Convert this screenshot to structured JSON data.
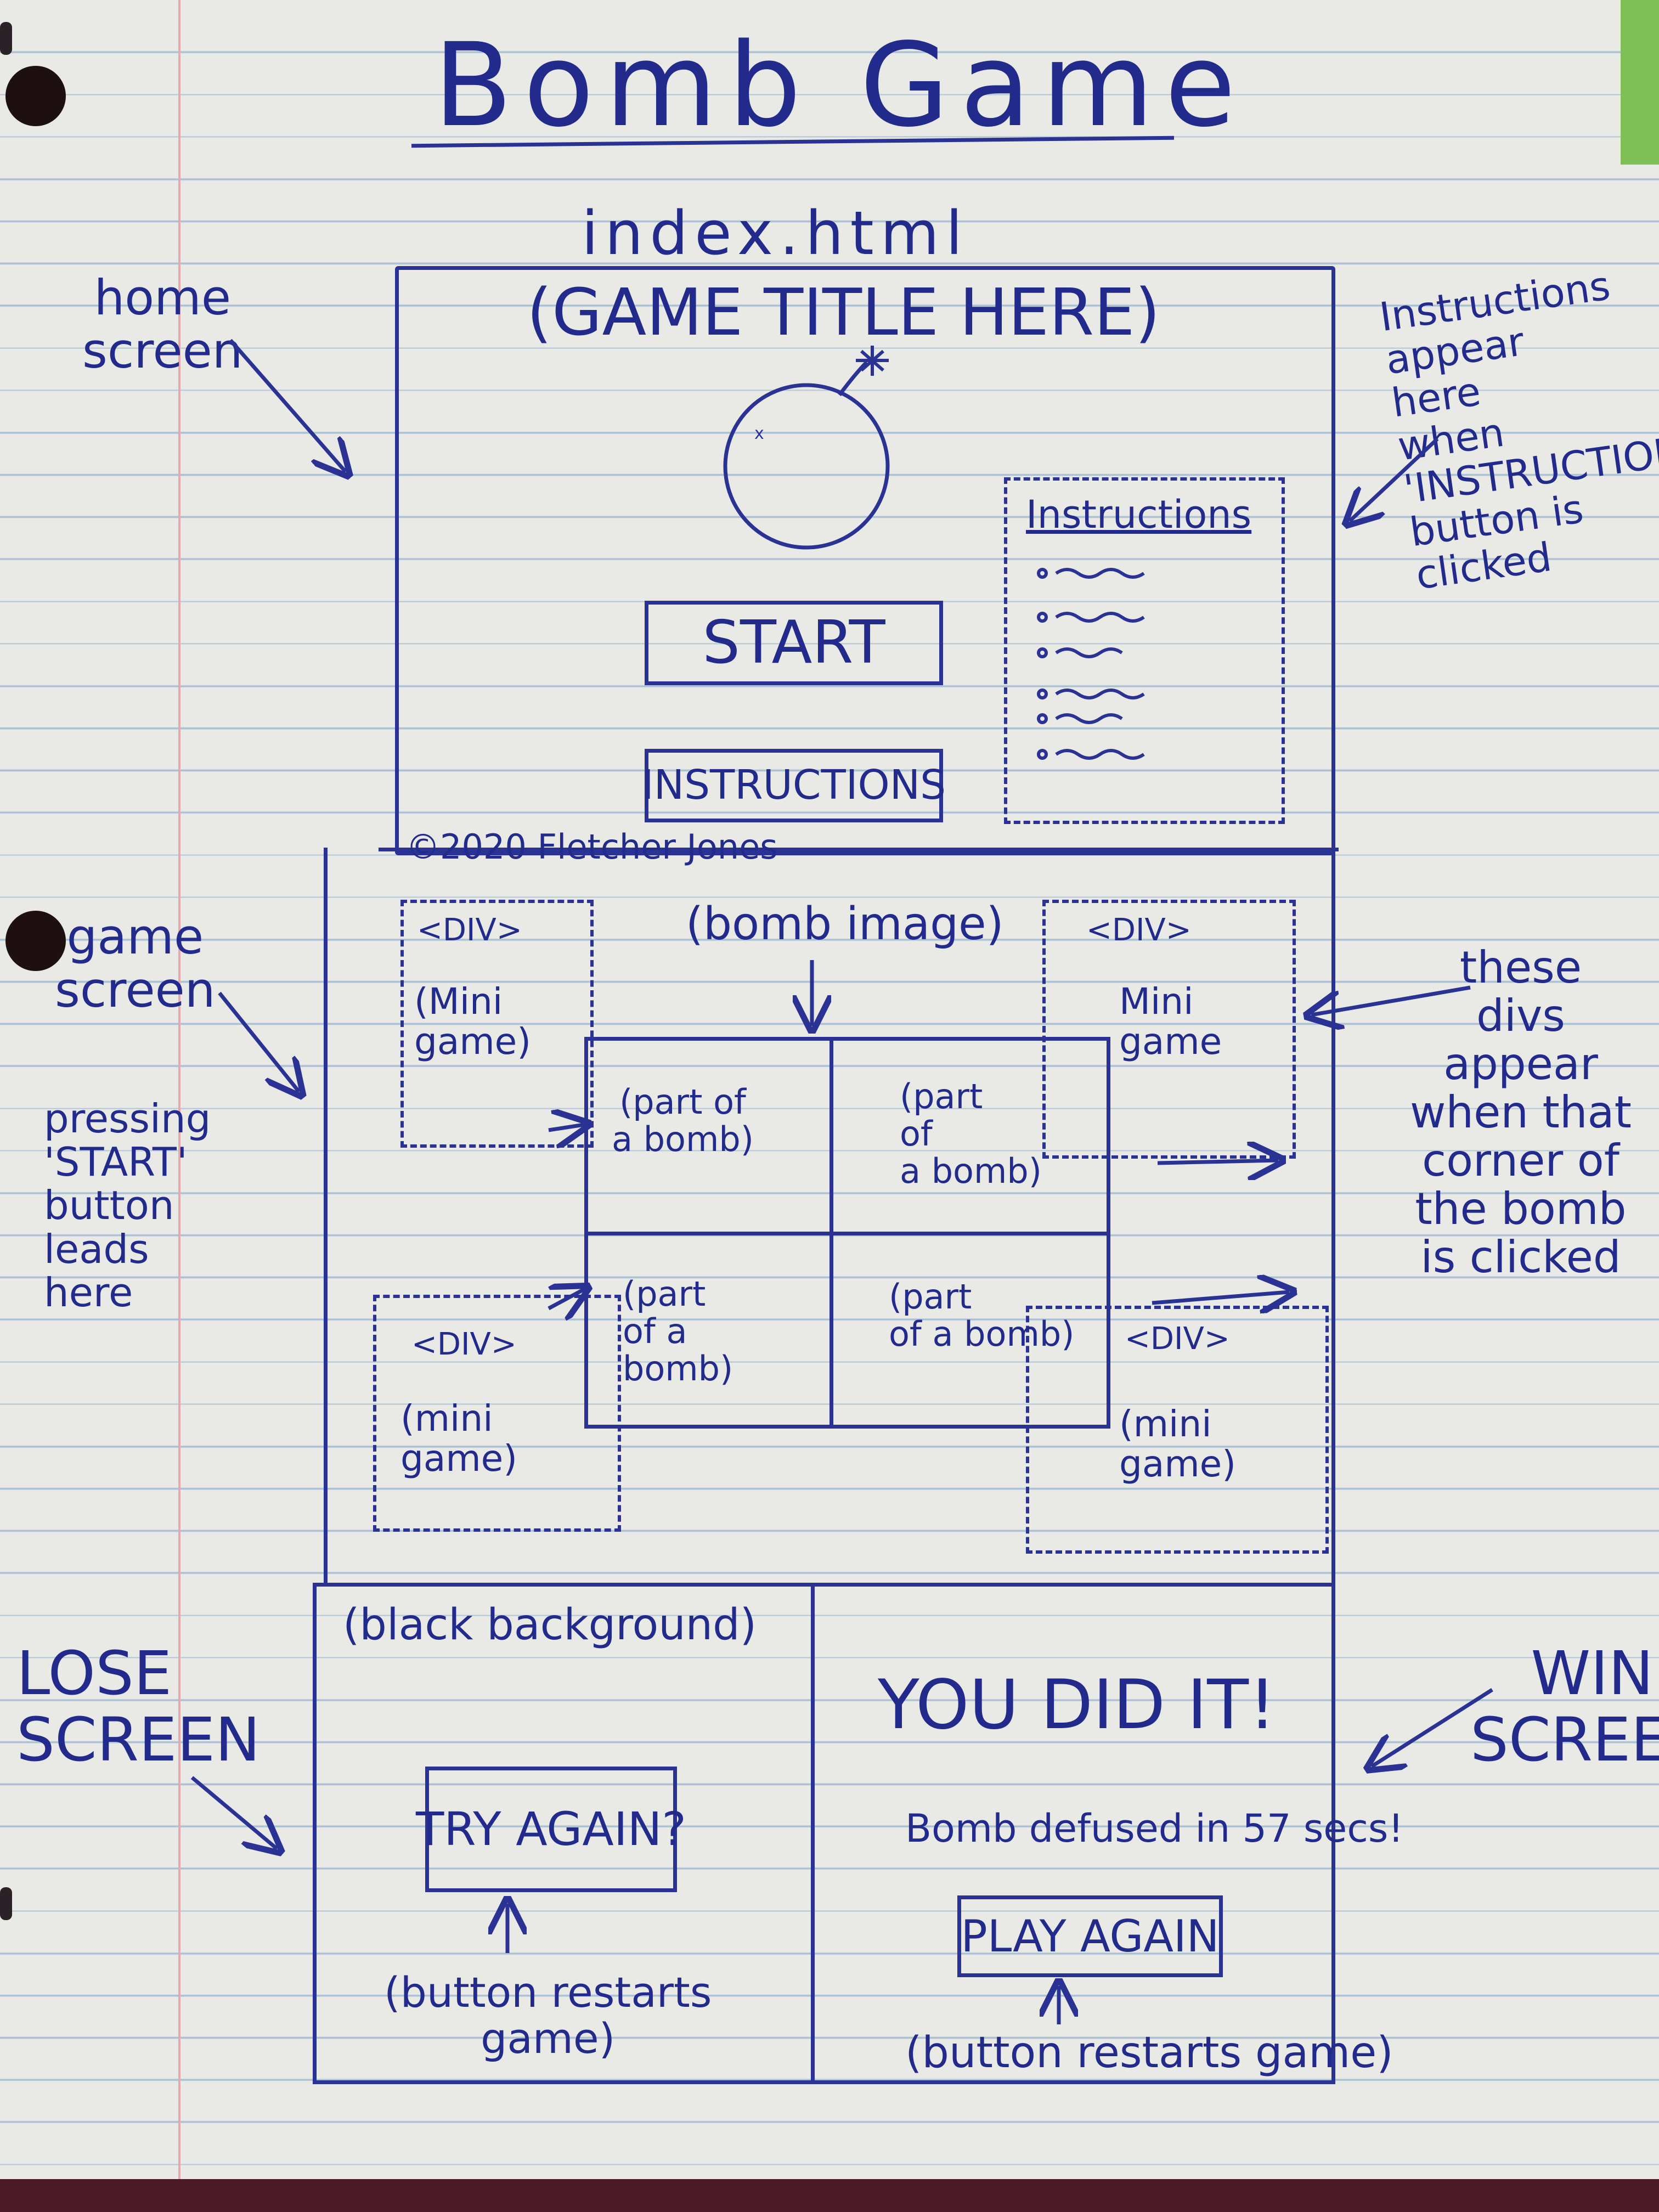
{
  "title": "Bomb Game",
  "file_label": "index.html",
  "home_screen": {
    "side_label": "home\nscreen",
    "game_title_placeholder": "(GAME TITLE HERE)",
    "start_label": "START",
    "instructions_label": "INSTRUCTIONS",
    "instructions_panel_title": "Instructions",
    "copyright": "©2020 Fletcher Jones",
    "right_note": "Instructions\nappear\nhere\nwhen\n'INSTRUCTIONS'\nbutton is\nclicked"
  },
  "game_screen": {
    "side_label": "game\nscreen",
    "side_note": "pressing\n'START'\nbutton\nleads\nhere",
    "bomb_image_label": "(bomb image)",
    "div_tl": "<DIV>",
    "div_tr": "<DIV>",
    "div_bl": "<DIV>",
    "div_br": "<DIV>",
    "mini_tl": "(Mini\ngame)",
    "mini_tr": "Mini\ngame",
    "mini_bl": "(mini\ngame)",
    "mini_br": "(mini\ngame)",
    "part_tl": "(part of\na bomb)",
    "part_tr": "(part\nof\na bomb)",
    "part_bl": "(part\nof a\nbomb)",
    "part_br": "(part\nof a bomb)",
    "right_note": "these\ndivs\nappear\nwhen that\ncorner of\nthe bomb\nis clicked"
  },
  "lose_screen": {
    "side_label": "LOSE\nSCREEN",
    "background_note": "(black background)",
    "try_again_label": "TRY AGAIN?",
    "button_note": "(button restarts\ngame)"
  },
  "win_screen": {
    "side_label": "WIN\nSCREEN",
    "heading": "YOU DID IT!",
    "subtext": "Bomb defused in 57 secs!",
    "play_again_label": "PLAY AGAIN",
    "button_note": "(button restarts game)"
  }
}
